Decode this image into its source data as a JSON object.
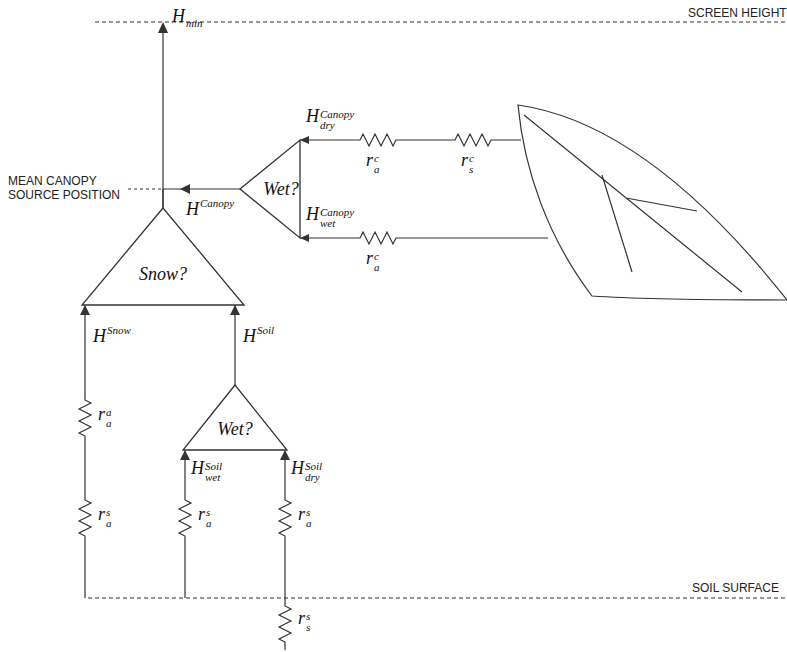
{
  "diagram": {
    "nodes": [
      {
        "text": [
          "Wet?"
        ]
      },
      {
        "text": [
          "Snow?"
        ]
      },
      {
        "text": [
          "Wet?"
        ]
      }
    ],
    "edges": [
      {
        "from": 0,
        "to": 1,
        "arrow": "to"
      },
      {
        "from": 2,
        "to": 1,
        "arrow": "to"
      }
    ],
    "labels": [
      "SCREEN HEIGHT",
      "MEAN CANOPY SOURCE POSITION",
      "SOIL SURFACE",
      "H",
      "min",
      "H",
      "Canopy",
      "H",
      "Canopy",
      "dry",
      "H",
      "Canopy",
      "wet",
      "r",
      "c",
      "a",
      "r",
      "c",
      "s",
      "r",
      "c",
      "a",
      "H",
      "Snow",
      "H",
      "Soil",
      "H",
      "Soil",
      "wet",
      "H",
      "Soil",
      "dry",
      "r",
      "a",
      "a",
      "r",
      "s",
      "a",
      "r",
      "s",
      "a",
      "r",
      "s",
      "a",
      "r",
      "s",
      "s"
    ]
  }
}
